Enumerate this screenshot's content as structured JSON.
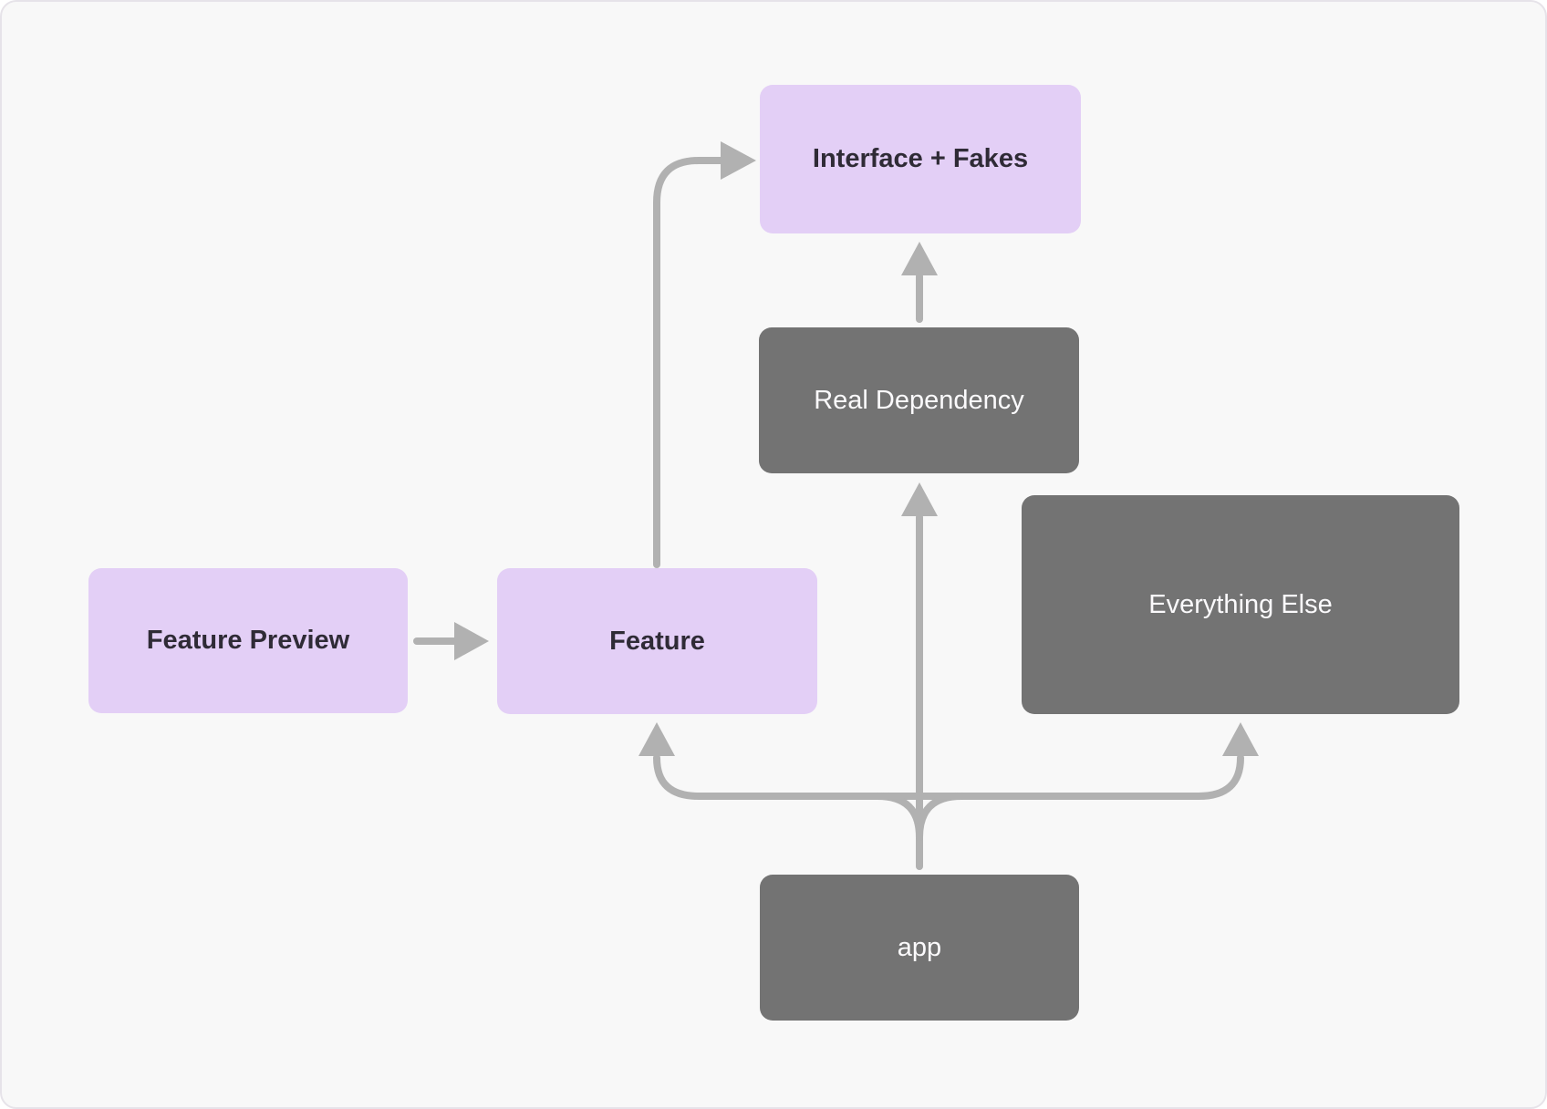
{
  "diagram": {
    "description": "Architecture dependency diagram with six nodes connected by gray arrows",
    "colors": {
      "canvas_background": "#F8F8F8",
      "canvas_border": "#E6E3E9",
      "node_purple_background": "#E3CFF6",
      "node_purple_text": "#2F2B36",
      "node_gray_background": "#737373",
      "node_gray_text": "#FBFAFC",
      "arrow": "#B1B1B1"
    },
    "nodes": [
      {
        "id": "interface-fakes",
        "label": "Interface + Fakes",
        "style": "purple"
      },
      {
        "id": "real-dependency",
        "label": "Real Dependency",
        "style": "gray"
      },
      {
        "id": "everything-else",
        "label": "Everything Else",
        "style": "gray"
      },
      {
        "id": "feature-preview",
        "label": "Feature Preview",
        "style": "purple"
      },
      {
        "id": "feature",
        "label": "Feature",
        "style": "purple"
      },
      {
        "id": "app",
        "label": "app",
        "style": "gray"
      }
    ],
    "edges": [
      {
        "from": "feature-preview",
        "to": "feature"
      },
      {
        "from": "feature",
        "to": "interface-fakes"
      },
      {
        "from": "real-dependency",
        "to": "interface-fakes"
      },
      {
        "from": "app",
        "to": "real-dependency"
      },
      {
        "from": "app",
        "to": "feature"
      },
      {
        "from": "app",
        "to": "everything-else"
      }
    ]
  }
}
